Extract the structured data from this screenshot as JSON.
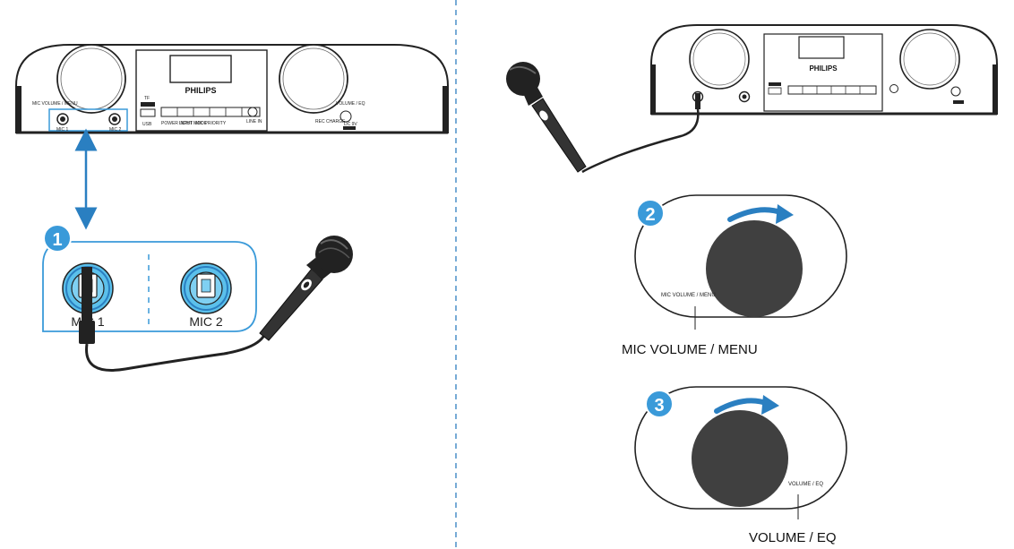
{
  "brand": "PHILIPS",
  "left_panel": {
    "step_number": "1",
    "mic1_label": "MIC 1",
    "mic2_label": "MIC 2",
    "device_labels": {
      "mic_volume_menu": "MIC VOLUME / MENU",
      "mic1_small": "MIC 1",
      "mic2_small": "MIC 2",
      "tf": "TF",
      "usb": "USB",
      "power_input": "POWER INPUT",
      "light_mode": "LIGHT MODE",
      "mic_priority": "MIC PRIORITY",
      "line_in": "LINE IN",
      "volume_eq": "VOLUME / EQ",
      "rec_charge": "REC CHARGE",
      "dc_in": "DC 9V"
    }
  },
  "right_panel": {
    "step2_number": "2",
    "step2_inner_label": "MIC VOLUME / MENU",
    "step2_caption": "MIC VOLUME / MENU",
    "step3_number": "3",
    "step3_inner_label": "VOLUME / EQ",
    "step3_caption": "VOLUME / EQ"
  },
  "colors": {
    "accent_blue": "#3a9ad9",
    "connector_blue": "#5bc0eb",
    "arrow_blue": "#2a7fc1",
    "knob_dark": "#404040",
    "divider_blue": "#4a8fc9"
  }
}
